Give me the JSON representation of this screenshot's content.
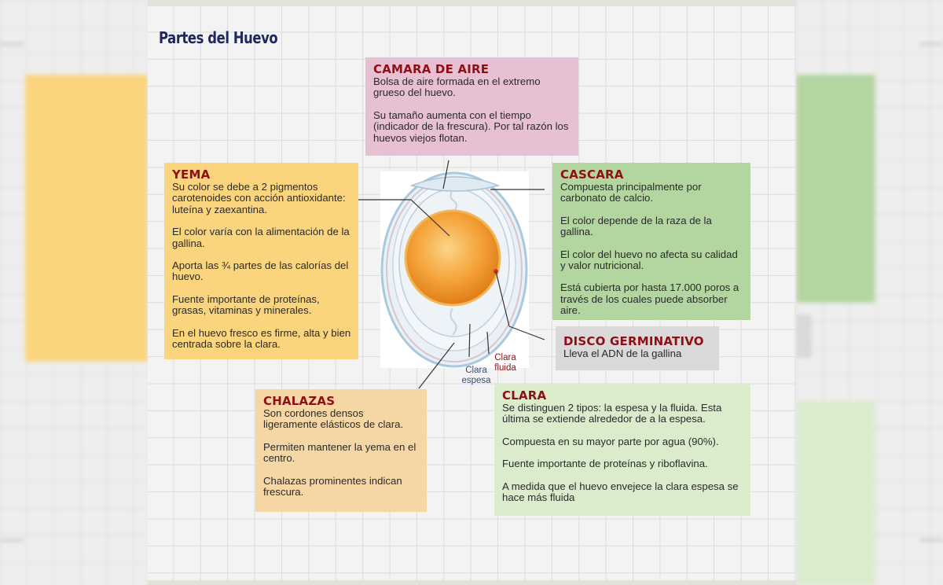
{
  "title": "Partes del Huevo",
  "colors": {
    "camara": "#e7c0d4",
    "yema": "#fbd57d",
    "cascara": "#b3d59f",
    "disco": "#d9d9d9",
    "chalazas": "#f5d7a6",
    "clara": "#dbeccd",
    "heading": "#8e0f14",
    "title": "#20285a"
  },
  "cards": {
    "camara": {
      "heading": "Camara de aire",
      "paragraphs": [
        "Bolsa de aire formada en el extremo grueso del huevo.",
        "Su tamaño aumenta con el tiempo (indicador de la frescura). Por tal razón los huevos viejos flotan."
      ]
    },
    "yema": {
      "heading": "Yema",
      "paragraphs": [
        "Su color  se debe a 2 pigmentos carotenoides con acción antioxidante: luteína y zaexantina.",
        "El color varía con la alimentación de la gallina.",
        "Aporta las ¾ partes de las calorías del  huevo.",
        "Fuente importante de proteínas, grasas, vitaminas y minerales.",
        "En el huevo fresco es firme, alta y bien centrada sobre la clara."
      ]
    },
    "cascara": {
      "heading": "Cascara",
      "paragraphs": [
        "Compuesta principalmente por carbonato de calcio.",
        "El color depende de la raza de la gallina.",
        "El color del huevo no afecta su calidad y valor nutricional.",
        "Está cubierta por hasta 17.000 poros a través de los cuales puede absorber aire."
      ]
    },
    "disco": {
      "heading": "Disco germinativo",
      "paragraphs": [
        "Lleva el ADN de la gallina"
      ]
    },
    "chalazas": {
      "heading": "Chalazas",
      "paragraphs": [
        "Son cordones densos ligeramente elásticos de clara.",
        "Permiten mantener la yema en el centro.",
        "Chalazas prominentes indican frescura."
      ]
    },
    "clara": {
      "heading": "Clara",
      "paragraphs": [
        "Se distinguen 2 tipos: la espesa y la fluida. Esta última se extiende alrededor de a la espesa.",
        "Compuesta en su mayor parte por agua (90%).",
        "Fuente importante de proteínas y riboflavina.",
        "A medida que el huevo envejece la clara espesa se hace más fluida"
      ]
    }
  },
  "egg_labels": {
    "clara_espesa_1": "Clara",
    "clara_espesa_2": "espesa",
    "clara_fluida_1": "Clara",
    "clara_fluida_2": "fluida"
  }
}
